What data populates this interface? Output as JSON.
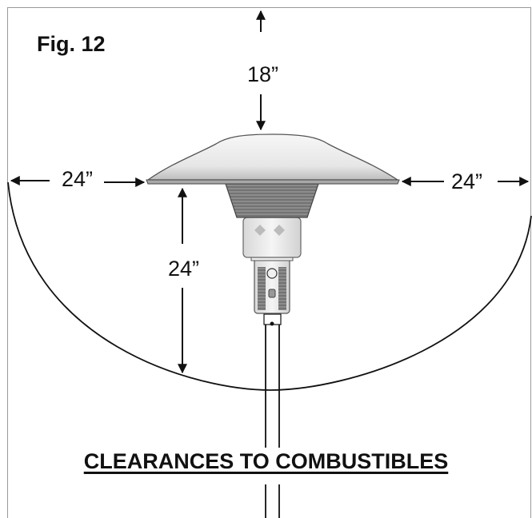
{
  "figure": {
    "label": "Fig. 12",
    "caption": "CLEARANCES TO COMBUSTIBLES"
  },
  "dimensions": {
    "top": "18”",
    "left": "24”",
    "right": "24”",
    "vertical": "24”"
  },
  "colors": {
    "line": "#111111",
    "hood_light": "#f2f2f2",
    "hood_dark": "#b0b0b0",
    "mesh": "#6e6e6e",
    "frame": "#9a9a9a"
  }
}
